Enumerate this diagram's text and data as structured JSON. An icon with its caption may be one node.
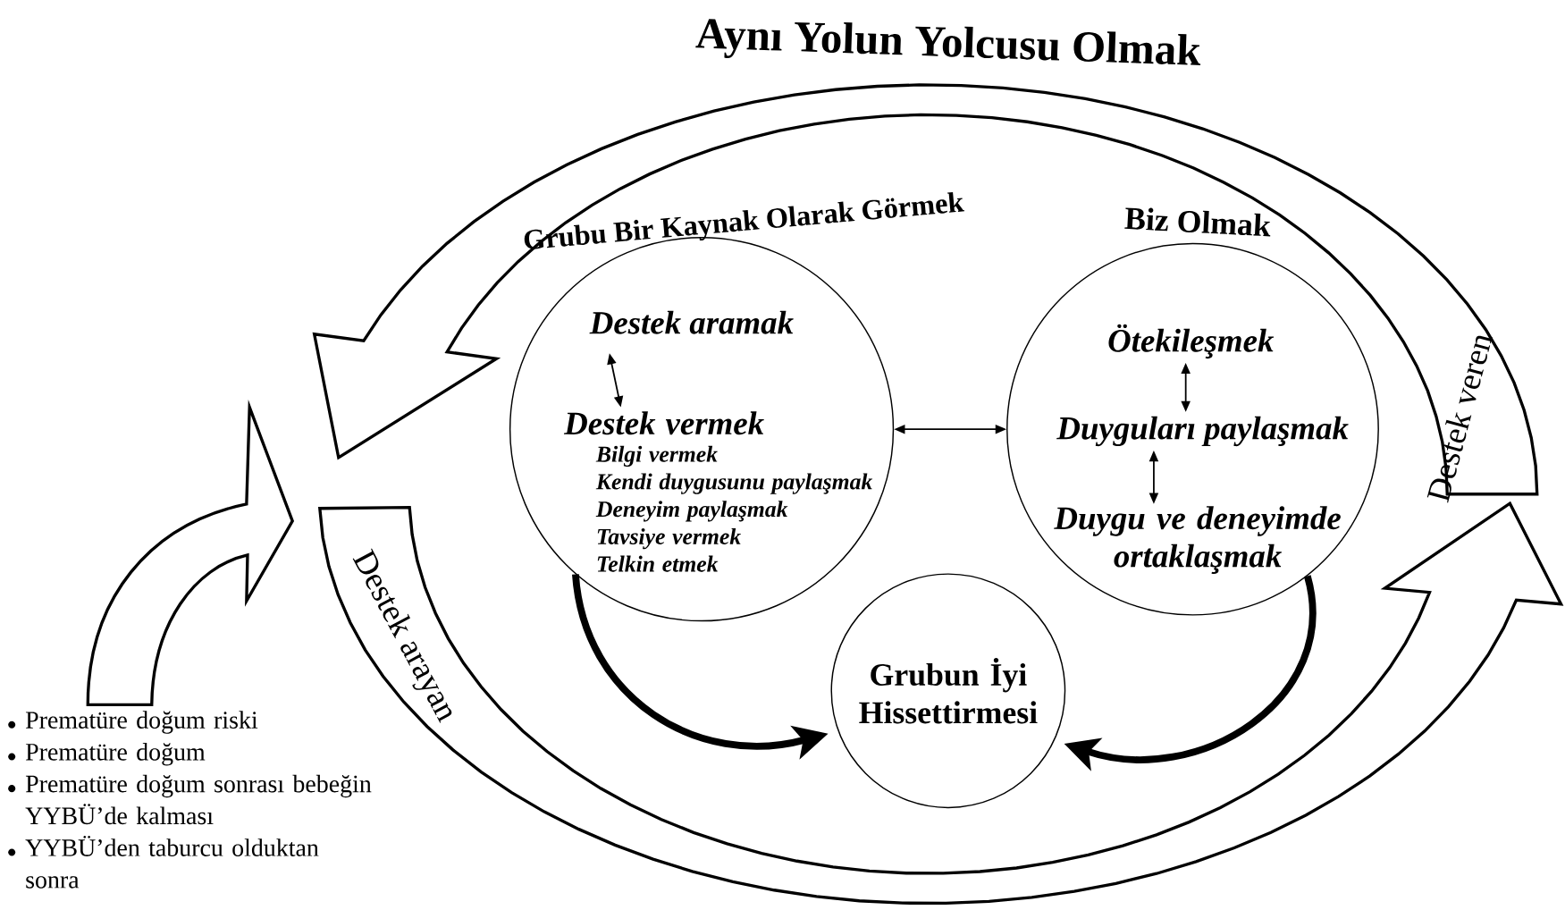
{
  "diagram": {
    "title": "Aynı Yolun Yolcusu Olmak",
    "nodes": [
      {
        "text": [
          "Grubu Bir Kaynak Olarak Görmek"
        ]
      },
      {
        "text": [
          "Destek aramak"
        ],
        "in": 0
      },
      {
        "text": [
          "Destek vermek",
          "Bilgi vermek",
          "Kendi duygusunu paylaşmak",
          "Deneyim paylaşmak",
          "Tavsiye vermek",
          "Telkin etmek"
        ],
        "in": 0
      },
      {
        "text": [
          "Biz Olmak"
        ]
      },
      {
        "text": [
          "Ötekileşmek"
        ],
        "in": 3
      },
      {
        "text": [
          "Duyguları paylaşmak"
        ],
        "in": 3
      },
      {
        "text": [
          "Duygu ve deneyimde ortaklaşmak"
        ],
        "in": 3
      },
      {
        "text": [
          "Grubun İyi Hissettirmesi"
        ]
      },
      {
        "text": [
          "Prematüre doğum riski",
          "Prematüre doğum",
          "Prematüre doğum sonrası bebeğin YYBÜ’de kalması",
          "YYBÜ’den taburcu olduktan sonra"
        ]
      }
    ],
    "edges": [
      {
        "from": 1,
        "to": 2,
        "arrow": "both"
      },
      {
        "from": 0,
        "to": 3,
        "arrow": "both"
      },
      {
        "from": 4,
        "to": 5,
        "arrow": "both"
      },
      {
        "from": 5,
        "to": 6,
        "arrow": "both"
      },
      {
        "from": 0,
        "to": 7,
        "arrow": "to",
        "style": "thick"
      },
      {
        "from": 3,
        "to": 7,
        "arrow": "to",
        "style": "thick"
      },
      {
        "from": 8,
        "to": null,
        "arrow": "to"
      }
    ],
    "labels": [
      "Destek veren",
      "Destek arayan"
    ]
  }
}
